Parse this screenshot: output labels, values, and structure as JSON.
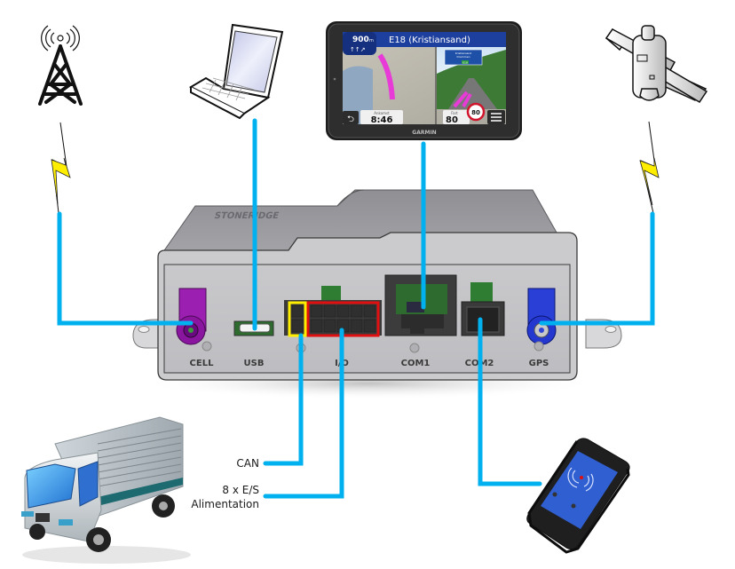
{
  "diagram": {
    "title": "Telematics box connection diagram",
    "line_color": "#00b0ef",
    "device": {
      "brand_engraving": "STONERIDGE",
      "ports": [
        {
          "id": "cell",
          "label": "CELL",
          "color": "#9b1fb0"
        },
        {
          "id": "usb",
          "label": "USB",
          "color": "#2e7d32"
        },
        {
          "id": "io",
          "label": "I/O",
          "color": "#2a6b2a"
        },
        {
          "id": "com1",
          "label": "COM1",
          "color": "#3c3c3c"
        },
        {
          "id": "com2",
          "label": "COM2",
          "color": "#3c3c3c"
        },
        {
          "id": "gps",
          "label": "GPS",
          "color": "#2a3fd6"
        }
      ],
      "highlights": [
        {
          "id": "can-pins",
          "color": "#ffee00"
        },
        {
          "id": "io-pins",
          "color": "#e01010"
        }
      ]
    },
    "peripherals": {
      "cell_tower": {
        "name": "Cellular tower"
      },
      "laptop": {
        "name": "Laptop"
      },
      "gps_nav": {
        "brand": "GARMIN",
        "distance": "900",
        "distance_unit": "m",
        "road": "E18 (Kristiansand)",
        "arrival_label": "Ankomst",
        "arrival_time": "8:46",
        "speed_label": "Fart",
        "speed": "80",
        "speed_unit": "km/t",
        "speed_limit": "80",
        "sign_line1": "Kristiansand",
        "sign_line2": "Drammen",
        "sign_road": "E18"
      },
      "satellite": {
        "name": "GPS satellite"
      },
      "truck": {
        "name": "Truck"
      },
      "rfid_reader": {
        "name": "RFID badge reader"
      }
    },
    "callouts": {
      "can": "CAN",
      "io_line1": "8 x E/S",
      "io_line2": "Alimentation"
    }
  }
}
